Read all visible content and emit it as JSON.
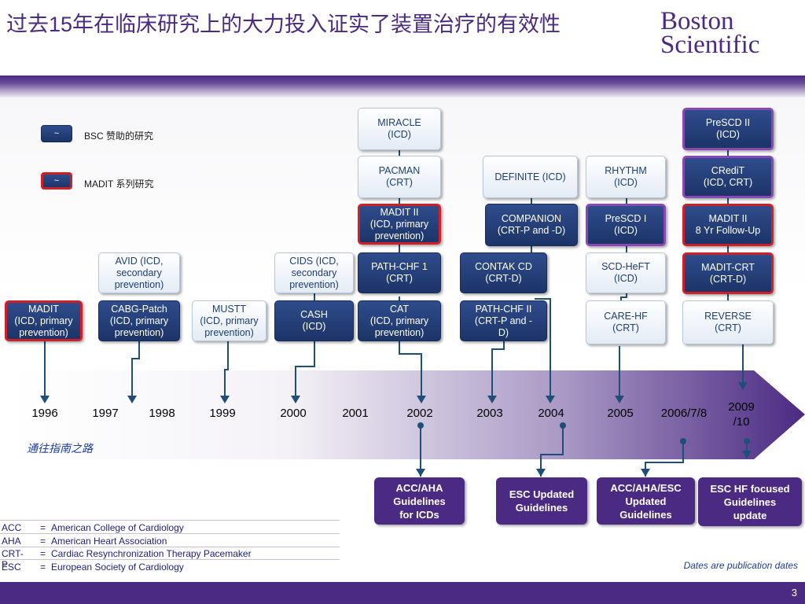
{
  "title": "过去15年在临床研究上的大力投入证实了装置治疗的有效性",
  "logo": {
    "line1": "Boston",
    "line2": "Scientific"
  },
  "legend": [
    {
      "swatch": "~",
      "label": "BSC 赞助的研究"
    },
    {
      "swatch": "~",
      "label": "MADIT 系列研究"
    }
  ],
  "trials": {
    "madit": "MADIT\n(ICD, primary\nprevention)",
    "cabg_patch": "CABG-Patch\n(ICD, primary\nprevention)",
    "avid": "AVID (ICD,\nsecondary\nprevention)",
    "mustt": "MUSTT\n(ICD, primary\nprevention)",
    "cids": "CIDS (ICD,\nsecondary\nprevention)",
    "cash": "CASH\n(ICD)",
    "cat": "CAT\n(ICD, primary\nprevention)",
    "path_chf1": "PATH-CHF 1\n(CRT)",
    "madit2": "MADIT II\n(ICD, primary\nprevention)",
    "pacman": "PACMAN\n(CRT)",
    "miracle": "MIRACLE\n(ICD)",
    "path_chf2": "PATH-CHF II\n(CRT-P and -\nD)",
    "contak": "CONTAK CD\n(CRT-D)",
    "companion": "COMPANION\n(CRT-P and -D)",
    "definite": "DEFINITE (ICD)",
    "care_hf": "CARE-HF\n(CRT)",
    "scd_heft": "SCD-HeFT\n(ICD)",
    "prescd1": "PreSCD I\n(ICD)",
    "rhythm": "RHYTHM\n(ICD)",
    "reverse": "REVERSE\n(CRT)",
    "madit_crt": "MADIT-CRT\n(CRT-D)",
    "madit2_8yr": "MADIT II\n8 Yr Follow-Up",
    "credit": "CRediT\n(ICD, CRT)",
    "prescd2": "PreSCD II\n(ICD)"
  },
  "years": [
    "1996",
    "1997",
    "1998",
    "1999",
    "2000",
    "2001",
    "2002",
    "2003",
    "2004",
    "2005",
    "2006/7/8",
    "2009\n/10"
  ],
  "route_label": "通往指南之路",
  "guidelines": [
    "ACC/AHA\nGuidelines\nfor ICDs",
    "ESC Updated\nGuidelines",
    "ACC/AHA/ESC\nUpdated\nGuidelines",
    "ESC HF focused\nGuidelines\nupdate"
  ],
  "abbreviations": [
    {
      "abbr": "ACC",
      "eq": "=",
      "full": "American College of Cardiology"
    },
    {
      "abbr": "AHA",
      "eq": "=",
      "full": "American Heart Association"
    },
    {
      "abbr": "CRT-P",
      "eq": "=",
      "full": "Cardiac Resynchronization Therapy Pacemaker"
    },
    {
      "abbr": "ESC",
      "eq": "=",
      "full": "European Society of Cardiology"
    }
  ],
  "dates_note": "Dates are publication dates",
  "page_number": "3",
  "colors": {
    "brand_purple": "#4b2a83",
    "bsc_navy": "#1c3468",
    "madit_red": "#cf2027",
    "prescd_violet": "#8a48b4",
    "connector": "#1f4e79"
  }
}
